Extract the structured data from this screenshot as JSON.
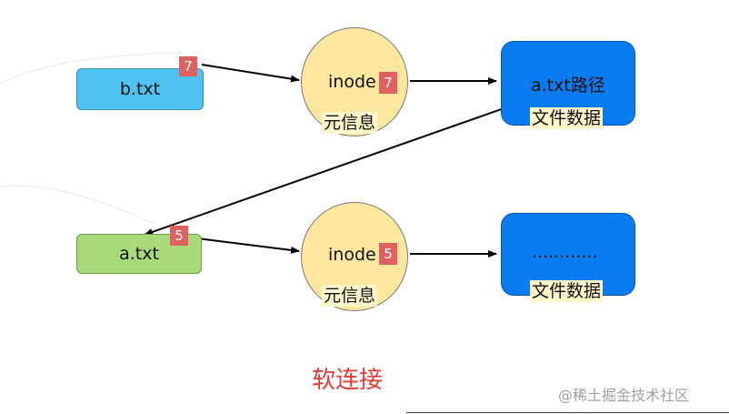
{
  "files": {
    "b": {
      "name": "b.txt",
      "inode_no": "7"
    },
    "a": {
      "name": "a.txt",
      "inode_no": "5"
    }
  },
  "inodes": [
    {
      "label": "inode",
      "number": "7",
      "caption": "元信息"
    },
    {
      "label": "inode",
      "number": "5",
      "caption": "元信息"
    }
  ],
  "data_blocks": [
    {
      "content": "a.txt路径",
      "caption": "文件数据"
    },
    {
      "content": "............",
      "caption": "文件数据"
    }
  ],
  "title": "软连接",
  "watermark": "@稀土掘金技术社区",
  "colors": {
    "symlink_file": "#4fc3f0",
    "regular_file": "#a8d97a",
    "inode": "#fde79f",
    "data_block": "#0a7cf2",
    "badge": "#e06060",
    "title": "#e53935"
  }
}
